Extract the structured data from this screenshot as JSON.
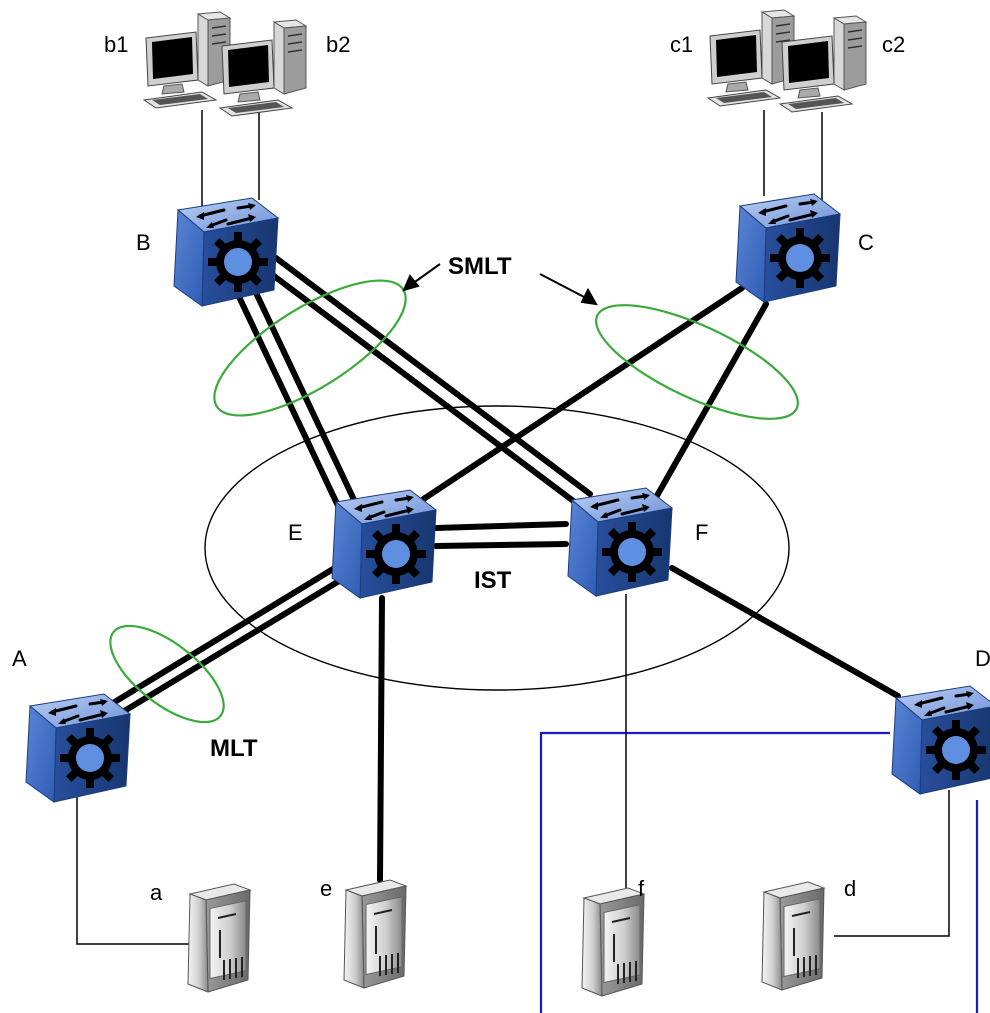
{
  "switches": [
    {
      "id": "A",
      "label": "A"
    },
    {
      "id": "B",
      "label": "B"
    },
    {
      "id": "C",
      "label": "C"
    },
    {
      "id": "D",
      "label": "D"
    },
    {
      "id": "E",
      "label": "E"
    },
    {
      "id": "F",
      "label": "F"
    }
  ],
  "workstations": [
    {
      "id": "b1",
      "label": "b1"
    },
    {
      "id": "b2",
      "label": "b2"
    },
    {
      "id": "c1",
      "label": "c1"
    },
    {
      "id": "c2",
      "label": "c2"
    }
  ],
  "servers": [
    {
      "id": "a",
      "label": "a"
    },
    {
      "id": "e",
      "label": "e"
    },
    {
      "id": "f",
      "label": "f"
    },
    {
      "id": "d",
      "label": "d"
    }
  ],
  "annotations": {
    "smlt": "SMLT",
    "ist": "IST",
    "mlt": "MLT"
  },
  "colors": {
    "switch_blue": "#3f6fc4",
    "smlt_ring": "#3aaa3a",
    "vlan_box": "#1a1acc"
  }
}
